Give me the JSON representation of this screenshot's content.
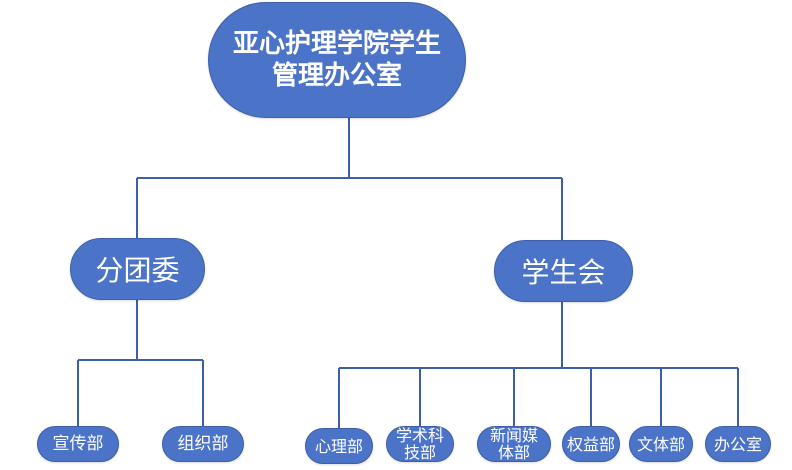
{
  "root": {
    "label": "亚心护理学院学生\n管理办公室"
  },
  "branches": [
    {
      "label": "分团委",
      "children": [
        {
          "label": "宣传部"
        },
        {
          "label": "组织部"
        }
      ]
    },
    {
      "label": "学生会",
      "children": [
        {
          "label": "心理部"
        },
        {
          "label": "学术科\n技部"
        },
        {
          "label": "新闻媒\n体部"
        },
        {
          "label": "权益部"
        },
        {
          "label": "文体部"
        },
        {
          "label": "办公室"
        }
      ]
    }
  ],
  "colors": {
    "node_fill": "#4b73c8",
    "node_border": "#3d5fa8",
    "connector": "#3d5fa8",
    "text": "#ffffff"
  }
}
